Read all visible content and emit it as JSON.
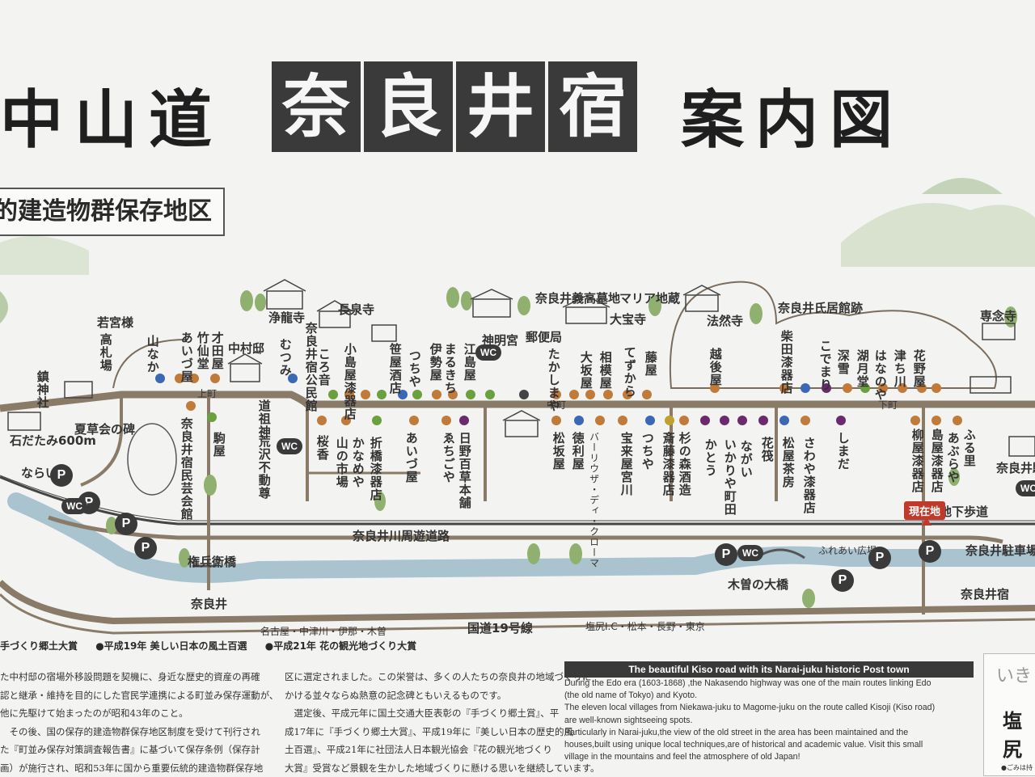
{
  "title": {
    "prefix": "中山道",
    "highlight_chars": [
      "奈",
      "良",
      "井",
      "宿"
    ],
    "suffix": "案内図",
    "subtitle": "的建造物群保存地区"
  },
  "map": {
    "current_location": "現在地",
    "labels_top": {
      "wakamiya": "若宮様",
      "kosatsuba": "高札場",
      "chinjusha": "鎮神社",
      "jodoji": "浄龍寺",
      "chosenji": "長泉寺",
      "shinmeigu": "神明宮",
      "narai_bochi": "奈良井義高墓地",
      "maria": "マリア地蔵",
      "daihoji": "大宝寺",
      "hozenji": "法然寺",
      "narai_shikyo": "奈良井氏居館跡",
      "sonenji": "専念寺",
      "yuubinkyoku": "郵便局",
      "yamanaka": "山なか",
      "takeshodo": "竹仙堂",
      "saitaya": "才田屋",
      "nakamura": "中村邸",
      "mutsumi": "むつみ",
      "koronne": "ころ音",
      "kojimaya": "小島屋漆器店",
      "sasaya": "笹屋酒店",
      "tsuchiya": "つちや",
      "iseya": "伊勢屋",
      "marukichi": "まるきち",
      "edoshimaya": "江島屋",
      "takashimaya": "たかしまや",
      "oosakaya": "大坂屋",
      "aiboya": "相模屋",
      "tezukara": "てずから",
      "fujiya": "藤屋",
      "echigoya": "越後屋",
      "shibata": "柴田漆器店",
      "kogomari": "こでまり",
      "fukaya": "深雪",
      "kogetsudo": "湖月堂",
      "hananoya": "はなのや",
      "tsuchikawa": "津ち川",
      "hanaya": "花野屋",
      "aidzuya": "あいづ屋"
    },
    "labels_bottom": {
      "narai_koen": "奈良井宿民芸会館",
      "komaya": "駒屋",
      "dosojin": "道祖神",
      "arasawa": "荒沢不動尊",
      "sakurako": "桜香",
      "yamano_ichiba": "山の市場",
      "kaname": "かなめや",
      "orihashi": "折橋漆器店",
      "aizuya2": "あいづ屋",
      "echigoya2": "ゑちごや",
      "nikko": "日野百草本舗",
      "matsuzakaya": "松坂屋",
      "tokuriya": "徳利屋",
      "barusa": "バーリウザ・ディ・クローマ",
      "hourai": "宝来屋宮川",
      "tsuchiya2": "つちや",
      "saito": "斎藤漆器店",
      "suginomori": "杉の森酒造",
      "kato": "かとう",
      "nagai": "ながい",
      "ikariya": "いかりや町田",
      "hanaikada": "花筏",
      "matsuya": "松屋茶房",
      "sawaya": "さわや漆器店",
      "shimada": "しまだ",
      "yanagiya": "柳屋漆器店",
      "shimaya": "島屋漆器店",
      "afuraya": "あぶらや",
      "furusato": "ふる里",
      "narai_ekimae": "奈良井駅",
      "narai_kai": "奈良井宿公民館",
      "kiso_ohashi": "木曽の大橋",
      "gonbe": "権兵衛橋",
      "narai_ryokan": "ならい荘",
      "ishidatami": "石だたみ600m",
      "yoshikai": "夏草会の碑",
      "narai_chushajo": "奈良井駐車場",
      "narai_bus": "奈良井宿"
    },
    "roads": {
      "nakamachi": "中町",
      "kamimachi": "上町",
      "shimomachi": "下町",
      "kawa_road": "奈良井川周遊道路",
      "route19": "国道19号線",
      "route19_left": "名古屋・中津川・伊那・木曽",
      "route19_right": "塩尻I.C・松本・長野・東京",
      "underground": "地下歩道",
      "fureai": "ふれあい広場",
      "narai_sign": "奈良井"
    },
    "parking_label": "P",
    "wc_label": "WC"
  },
  "bottom": {
    "awards": [
      "手づくり郷土大賞",
      "●平成19年 美しい日本の風土百選",
      "●平成21年 花の観光地づくり大賞"
    ],
    "jp_left": [
      "た中村邸の宿場外移設問題を契機に、身近な歴史的資産の再確",
      "認と継承・維持を目的にした官民学連携による町並み保存運動が、",
      "他に先駆けて始まったのが昭和43年のこと。",
      "　その後、国の保存的建造物群保存地区制度を受けて刊行され",
      "た『町並み保存対策調査報告書』に基づいて保存条例（保存計",
      "画）が施行され、昭和53年に国から重要伝統的建造物群保存地"
    ],
    "jp_right": [
      "区に選定されました。この栄誉は、多くの人たちの奈良井の地域づくりに",
      "かける並々ならぬ熱意の記念碑ともいえるものです。",
      "　選定後、平成元年に国土交通大臣表彰の『手づくり郷土賞』、平",
      "成17年に『手づくり郷土大賞』、平成19年に『美しい日本の歴史的風",
      "土百選』、平成21年に社団法人日本観光協会『花の観光地づくり",
      "大賞』受賞など景観を生かした地域づくりに懸ける思いを継続しています。"
    ],
    "english_heading": "The beautiful Kiso road with its Narai-juku historic Post town",
    "english_lines": [
      "During the Edo era  (1603-1868)  ,the Nakasendo highway was one of the main routes linking Edo",
      "(the old name of Tokyo) and Kyoto.",
      "The eleven local villages from Niekawa-juku to Magome-juku on the route called Kisoji  (Kiso road)",
      "are well-known sightseeing spots.",
      "Particularly in Narai-juku,the view of the old street in the area has been maintained and the",
      "houses,built using unique local techniques,are of historical and academic value. Visit this small",
      "village in the mountains and feel the atmosphere of old Japan!"
    ],
    "side_top": "いき",
    "side_name": "塩尻",
    "side_note": "●ごみは持"
  },
  "colors": {
    "road": "#8a7a68",
    "river": "#a9c3cf",
    "tree": "#8fb06f",
    "mountain": "#cdd9c0",
    "badge": "#3a3a3a",
    "highlight": "#c0392b"
  }
}
